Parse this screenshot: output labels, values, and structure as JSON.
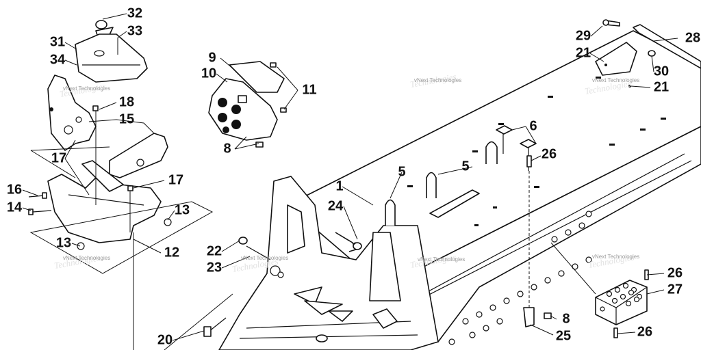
{
  "callouts": {
    "c32": "32",
    "c33": "33",
    "c31": "31",
    "c34": "34",
    "c18": "18",
    "c15": "15",
    "c17a": "17",
    "c17b": "17",
    "c16": "16",
    "c14": "14",
    "c13a": "13",
    "c13b": "13",
    "c12": "12",
    "c9": "9",
    "c10": "10",
    "c11": "11",
    "c8a": "8",
    "c22": "22",
    "c23": "23",
    "c20": "20",
    "c24": "24",
    "c1": "1",
    "c5a": "5",
    "c5b": "5",
    "c6": "6",
    "c26a": "26",
    "c29": "29",
    "c28": "28",
    "c21a": "21",
    "c30": "30",
    "c21b": "21",
    "c26b": "26",
    "c27": "27",
    "c8b": "8",
    "c25": "25",
    "c26c": "26"
  },
  "watermark": {
    "text": "vNext Technologies"
  }
}
